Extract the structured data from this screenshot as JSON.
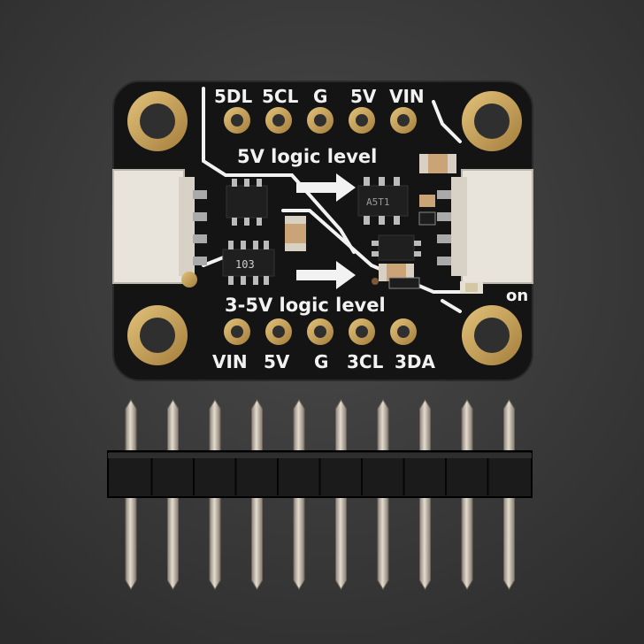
{
  "board": {
    "top_pins": [
      "5DL",
      "5CL",
      "G",
      "5V",
      "VIN"
    ],
    "bottom_pins": [
      "VIN",
      "5V",
      "G",
      "3CL",
      "3DA"
    ],
    "label_5v": "5V logic level",
    "label_3v": "3-5V logic level",
    "chip_a": "A5T1",
    "chip_b": "103",
    "led_label": "on"
  },
  "header": {
    "pin_count": 10
  },
  "colors": {
    "background": "#3a3a3a",
    "pcb": "#141414",
    "silkscreen": "#f2f2f2",
    "gold": "#c9a25a",
    "connector": "#e8e4dc",
    "pin_metal": "#bfb5a8",
    "plastic": "#1b1b1b"
  }
}
